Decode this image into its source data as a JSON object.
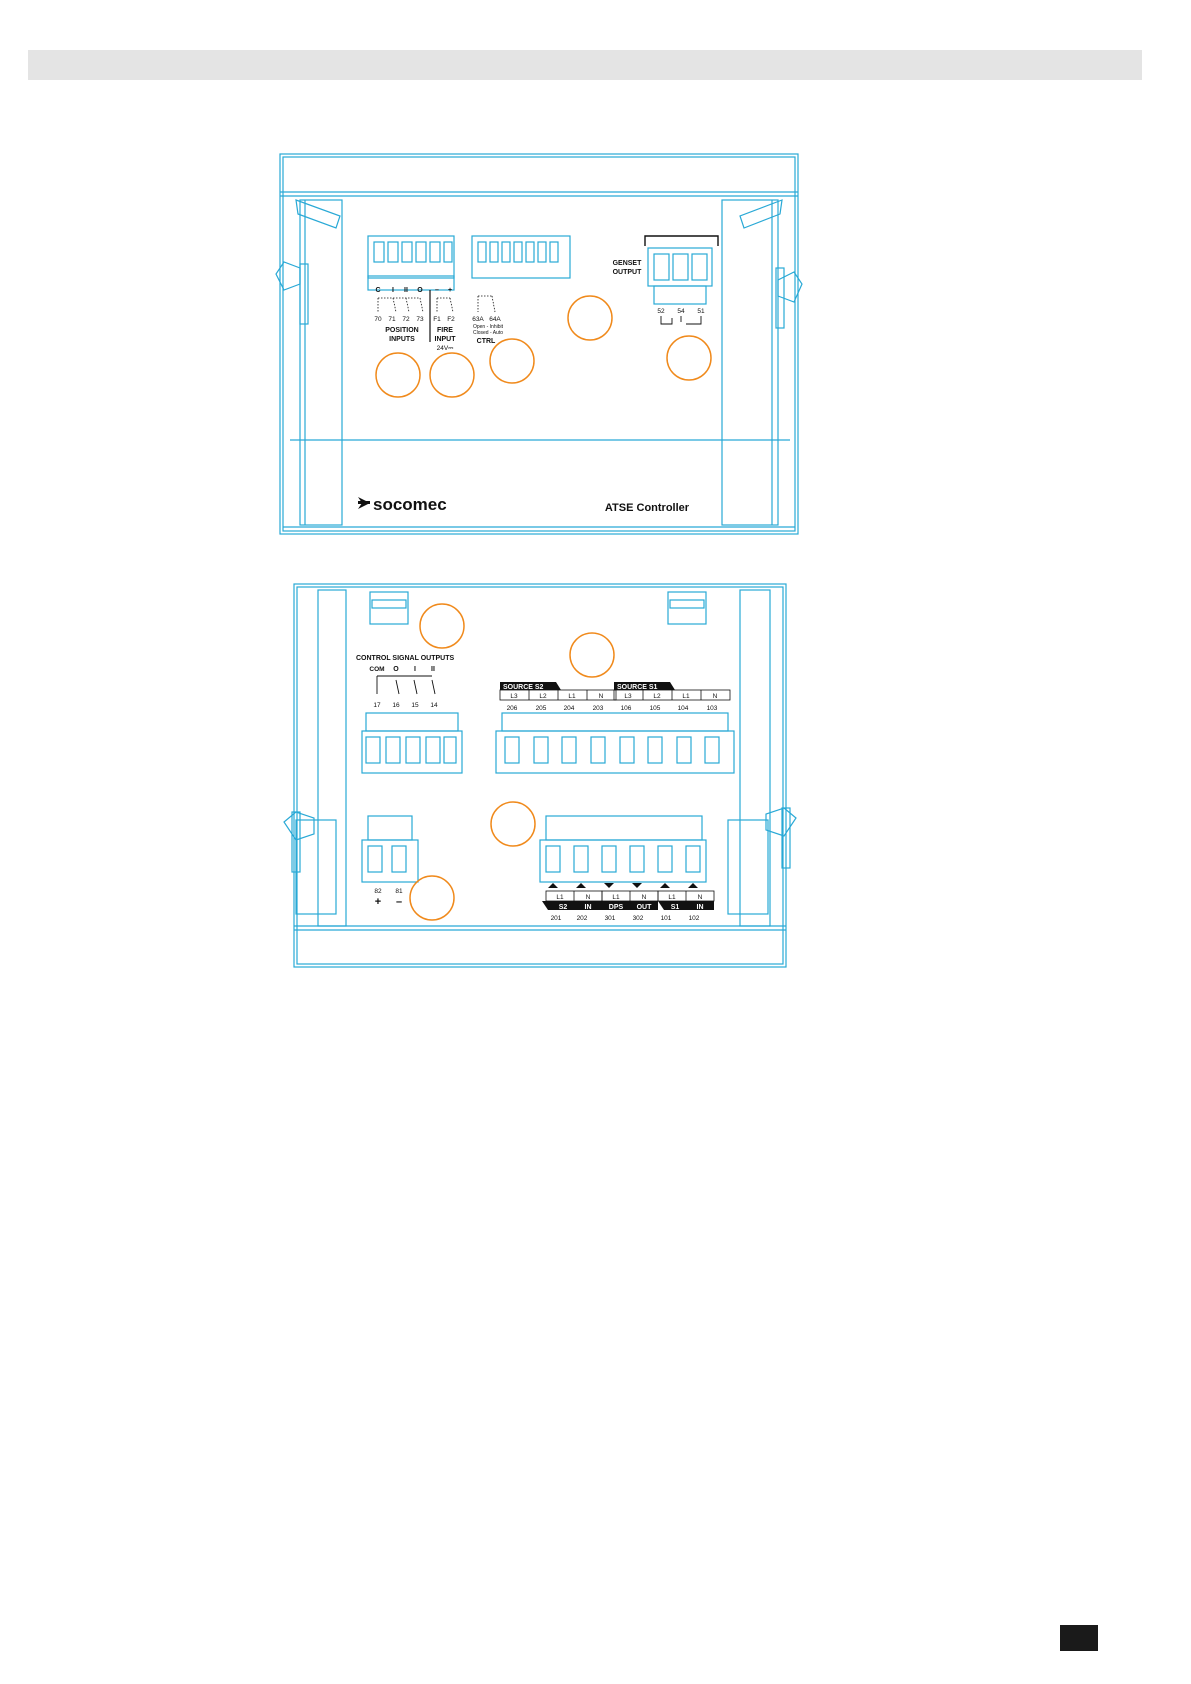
{
  "colors": {
    "outline": "#29a9d6",
    "callout": "#f08a1c",
    "header_band": "#e4e4e4",
    "page_mark": "#1a1a1a"
  },
  "top_view": {
    "brand": "socomec",
    "product": "ATSE Controller",
    "position_inputs": {
      "symbols": [
        "C",
        "I",
        "II",
        "O"
      ],
      "terminals": [
        "70",
        "71",
        "72",
        "73"
      ],
      "label_line1": "POSITION",
      "label_line2": "INPUTS"
    },
    "fire_input": {
      "polarity": [
        "–",
        "+"
      ],
      "terminals": [
        "F1",
        "F2"
      ],
      "label_line1": "FIRE",
      "label_line2": "INPUT",
      "voltage": "24V⎓"
    },
    "ctrl": {
      "terminals": [
        "63A",
        "64A"
      ],
      "state1": "Open - Inhibit",
      "state2": "Closed - Auto",
      "label": "CTRL"
    },
    "genset_output": {
      "label_line1": "GENSET",
      "label_line2": "OUTPUT",
      "terminals": [
        "52",
        "54",
        "51"
      ]
    }
  },
  "bottom_view": {
    "control_outputs": {
      "title": "CONTROL SIGNAL OUTPUTS",
      "symbols": [
        "COM",
        "O",
        "I",
        "II"
      ],
      "terminals": [
        "17",
        "16",
        "15",
        "14"
      ]
    },
    "source_s2": {
      "title": "SOURCE  S2",
      "phases": [
        "L3",
        "L2",
        "L1",
        "N"
      ],
      "terminals": [
        "206",
        "205",
        "204",
        "203"
      ]
    },
    "source_s1": {
      "title": "SOURCE  S1",
      "phases": [
        "L3",
        "L2",
        "L1",
        "N"
      ],
      "terminals": [
        "106",
        "105",
        "104",
        "103"
      ]
    },
    "supply": {
      "terminals": [
        "82",
        "81"
      ],
      "polarity": [
        "+",
        "–"
      ]
    },
    "measurement_inputs": {
      "phases": [
        "L1",
        "N",
        "L1",
        "N",
        "L1",
        "N"
      ],
      "groups": [
        {
          "name": "S2",
          "dir": "IN"
        },
        {
          "name": "DPS",
          "dir": "OUT"
        },
        {
          "name": "S1",
          "dir": "IN"
        }
      ],
      "terminals": [
        "201",
        "202",
        "301",
        "302",
        "101",
        "102"
      ]
    }
  }
}
